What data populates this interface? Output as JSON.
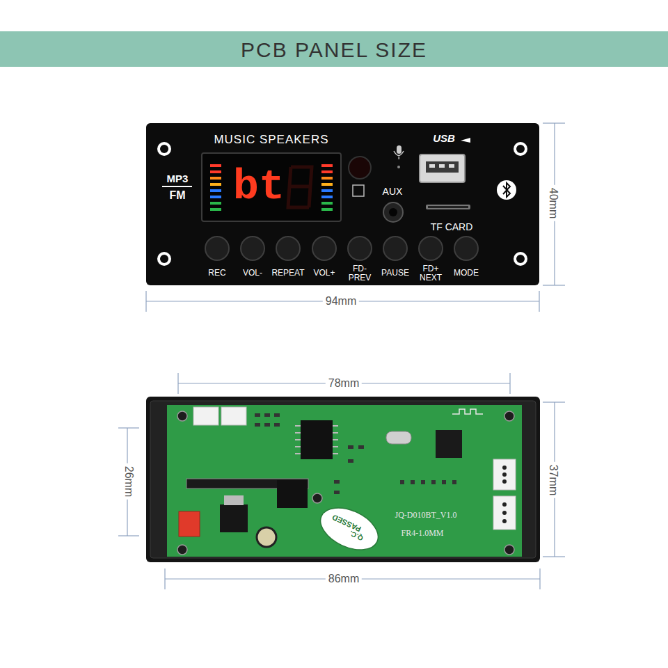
{
  "diagram": {
    "title": "PCB PANEL SIZE",
    "labels": [
      "MUSIC SPEAKERS",
      "MP3",
      "FM",
      "bt",
      "USB",
      "AUX",
      "TF CARD",
      "REC",
      "VOL-",
      "REPEAT",
      "VOL+",
      "FD- PREV",
      "PAUSE",
      "FD+ NEXT",
      "MODE",
      "40mm",
      "94mm",
      "78mm",
      "26mm",
      "37mm",
      "86mm",
      "JQ-D010BT_V1.0",
      "FR4-1.0MM",
      "Q.C.",
      "PASSED"
    ]
  }
}
